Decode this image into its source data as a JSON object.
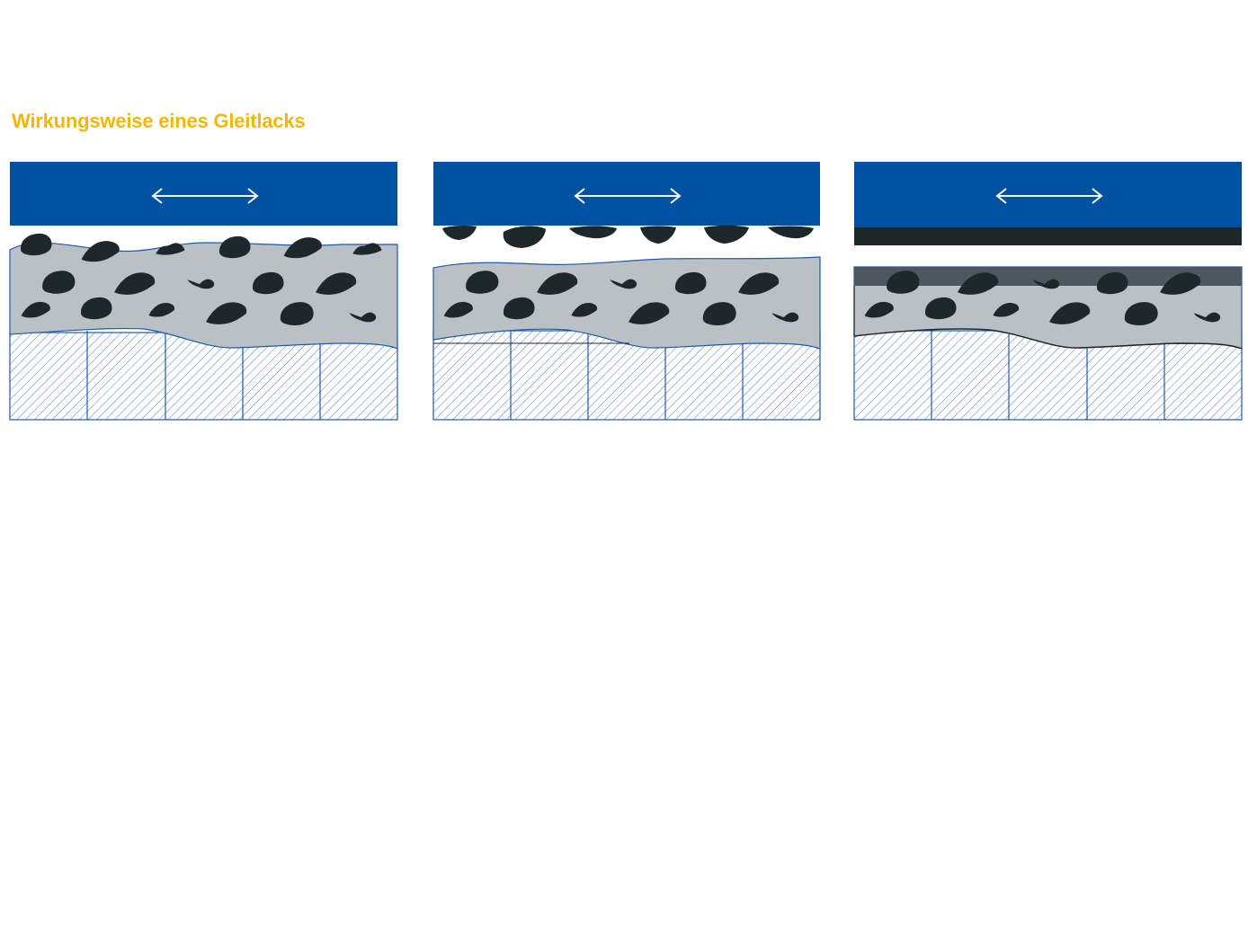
{
  "title": "Wirkungsweise eines Gleitlacks",
  "colors": {
    "title": "#F2B705",
    "slider_blue": "#0051A0",
    "substrate_line": "#1F5AA6",
    "lacquer_gray": "#BAC1C6",
    "particle_dark": "#1E272B",
    "transfer_film": "#1E272B",
    "worn_surface": "#4D575D",
    "arrow": "#FFFFFF"
  },
  "panels": [
    {
      "stage": 1,
      "arrow_icon": "double-arrow-icon",
      "description_shown": false
    },
    {
      "stage": 2,
      "arrow_icon": "double-arrow-icon",
      "description_shown": false
    },
    {
      "stage": 3,
      "arrow_icon": "double-arrow-icon",
      "description_shown": false
    }
  ]
}
